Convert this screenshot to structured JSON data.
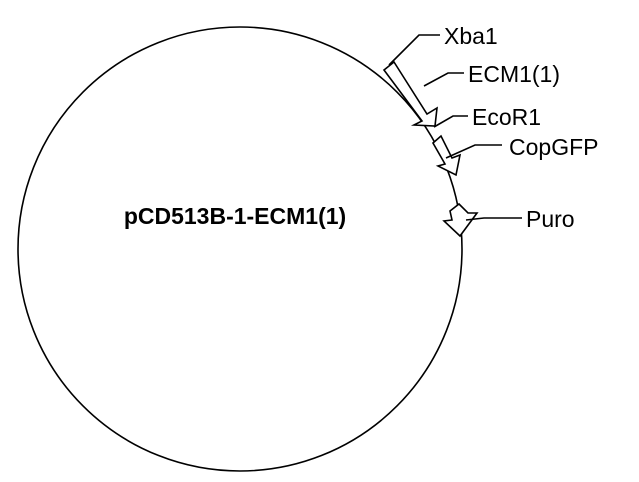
{
  "plasmid": {
    "name": "pCD513B-1-ECM1(1)"
  },
  "features": {
    "xba1": "Xba1",
    "ecm1": "ECM1(1)",
    "ecor1": "EcoR1",
    "copgfp": "CopGFP",
    "puro": "Puro"
  },
  "colors": {
    "line": "#000000",
    "background": "#ffffff"
  }
}
